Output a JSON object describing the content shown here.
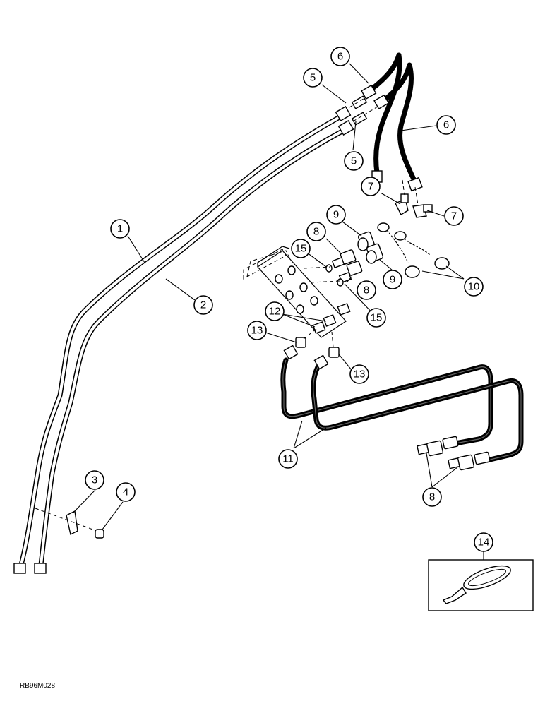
{
  "diagram": {
    "reference_code": "RB96M028",
    "callouts": [
      "1",
      "2",
      "3",
      "4",
      "5",
      "5",
      "6",
      "6",
      "7",
      "7",
      "8",
      "8",
      "8",
      "9",
      "9",
      "10",
      "11",
      "12",
      "13",
      "13",
      "14",
      "15",
      "15"
    ]
  }
}
